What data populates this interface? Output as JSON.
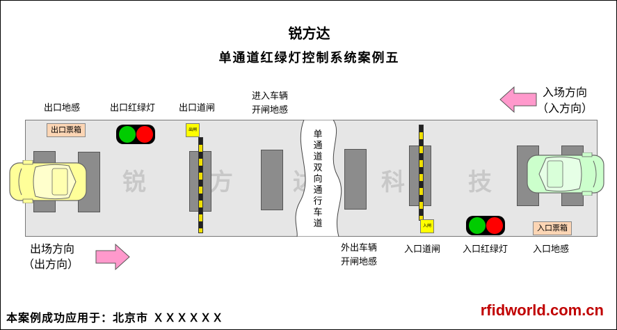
{
  "title": "锐方达",
  "subtitle": "单通道红绿灯控制系统案例五",
  "labels": {
    "exit_sensor": "出口地感",
    "exit_light": "出口红绿灯",
    "exit_gate": "出口道闸",
    "entry_vehicle_sensor_l1": "进入车辆",
    "entry_vehicle_sensor_l2": "开闸地感",
    "entry_direction_l1": "入场方向",
    "entry_direction_l2": "（入方向）",
    "exit_direction_l1": "出场方向",
    "exit_direction_l2": "（出方向）",
    "outgoing_vehicle_sensor_l1": "外出车辆",
    "outgoing_vehicle_sensor_l2": "开闸地感",
    "entry_gate": "入口道闸",
    "entry_light": "入口红绿灯",
    "entry_sensor": "入口地感",
    "exit_ticket_box": "出口票箱",
    "entry_ticket_box": "入口票箱",
    "lane_note": "单通道双向通行车道",
    "exit_gate_box": "出闸",
    "entry_gate_box": "入闸"
  },
  "watermark": [
    "锐",
    "方",
    "达",
    "科",
    "技"
  ],
  "footer": "本案例成功应用于：北京市 ＸＸＸＸＸＸ",
  "site": "rfidworld.com.cn",
  "colors": {
    "ticket": "#fcd5b4",
    "gate_box": "#ffff00",
    "arrow": "#ff99cc",
    "yellow_car": "#ffff99",
    "green_car": "#ccffcc",
    "site_red": "#c00000"
  }
}
